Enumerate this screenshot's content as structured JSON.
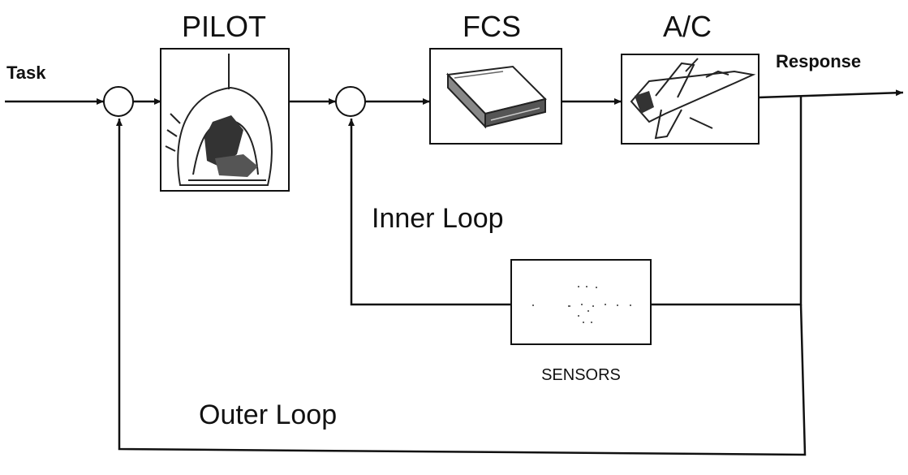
{
  "labels": {
    "pilot": "PILOT",
    "fcs": "FCS",
    "aircraft": "A/C",
    "task": "Task",
    "response": "Response",
    "inner_loop": "Inner Loop",
    "outer_loop": "Outer Loop",
    "sensors": "SENSORS"
  },
  "icons": {
    "pilot": "pilot-cockpit-icon",
    "fcs": "fcs-computer-icon",
    "aircraft": "fighter-jet-icon",
    "sensors": "sensor-unit-icon"
  }
}
